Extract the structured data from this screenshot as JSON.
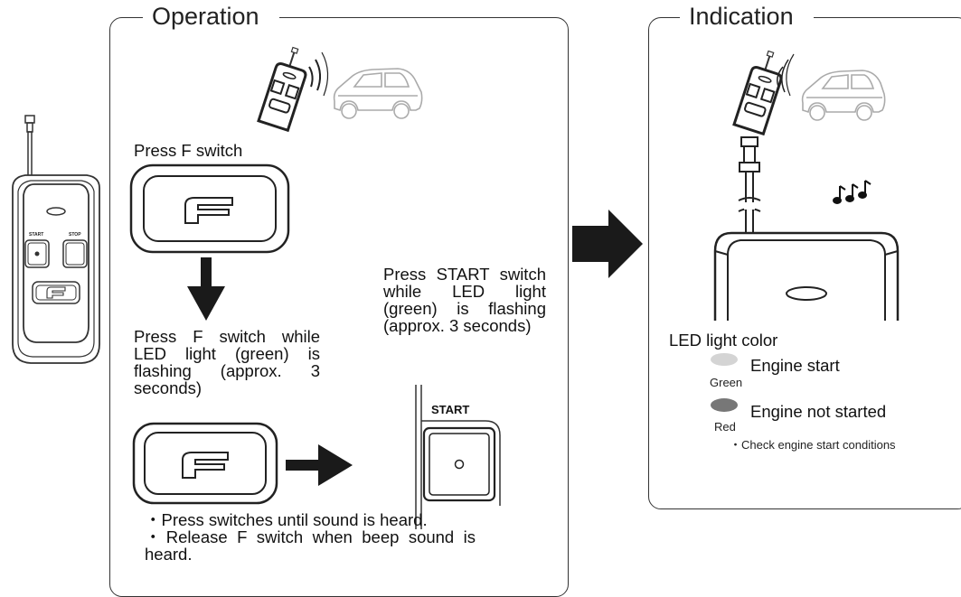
{
  "operation": {
    "title": "Operation",
    "step1": "Press F switch",
    "step2": "Press F switch while LED light (green) is flashing (approx. 3 seconds)",
    "step3": "Press START switch while LED light (green) is flashing (approx. 3 seconds)",
    "start_label": "START",
    "notes": [
      "・Press switches until sound is heard.",
      "・Release F switch when beep sound is heard."
    ]
  },
  "indication": {
    "title": "Indication",
    "led_heading": "LED light color",
    "legend": [
      {
        "swatch": "Green",
        "text": "Engine start",
        "color": "#d4d4d4"
      },
      {
        "swatch": "Red",
        "text": "Engine not started",
        "color": "#777777"
      }
    ],
    "sub_note": "・Check engine start conditions"
  },
  "remote": {
    "start_label": "START",
    "stop_label": "STOP",
    "f_key": "F"
  },
  "colors": {
    "line": "#333333",
    "arrow": "#1a1a1a",
    "car": "#aaaaaa"
  }
}
